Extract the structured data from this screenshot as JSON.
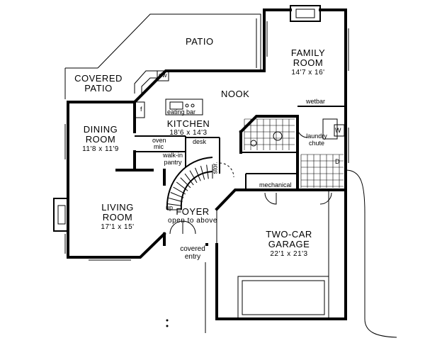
{
  "rooms": {
    "patio": "PATIO",
    "family_room": {
      "name_line1": "FAMILY",
      "name_line2": "ROOM",
      "dims": "14'7 x 16'"
    },
    "covered_patio": {
      "line1": "COVERED",
      "line2": "PATIO"
    },
    "nook": "NOOK",
    "dining_room": {
      "name_line1": "DINING",
      "name_line2": "ROOM",
      "dims": "11'8 x 11'9"
    },
    "kitchen": {
      "name": "KITCHEN",
      "dims": "18'6 x 14'3"
    },
    "living_room": {
      "name_line1": "LIVING",
      "name_line2": "ROOM",
      "dims": "17'1 x 15'"
    },
    "foyer": {
      "name": "FOYER",
      "note": "open to above"
    },
    "garage": {
      "name_line1": "TWO-CAR",
      "name_line2": "GARAGE",
      "dims": "22'1 x 21'3"
    },
    "covered_entry": {
      "line1": "covered",
      "line2": "entry"
    }
  },
  "fixtures": {
    "dw": "dw",
    "eating_bar": "eating bar",
    "wetbar": "wetbar",
    "laundry_chute": {
      "line1": "laundry",
      "line2": "chute"
    },
    "washer": "W",
    "dryer": "D",
    "oven": "oven",
    "mic": "mic",
    "desk": "desk",
    "walk_in_pantry": {
      "line1": "walk-in",
      "line2": "pantry"
    },
    "stor": "stor.",
    "up": "up",
    "mechanical": "mechanical",
    "fridge": "f"
  }
}
